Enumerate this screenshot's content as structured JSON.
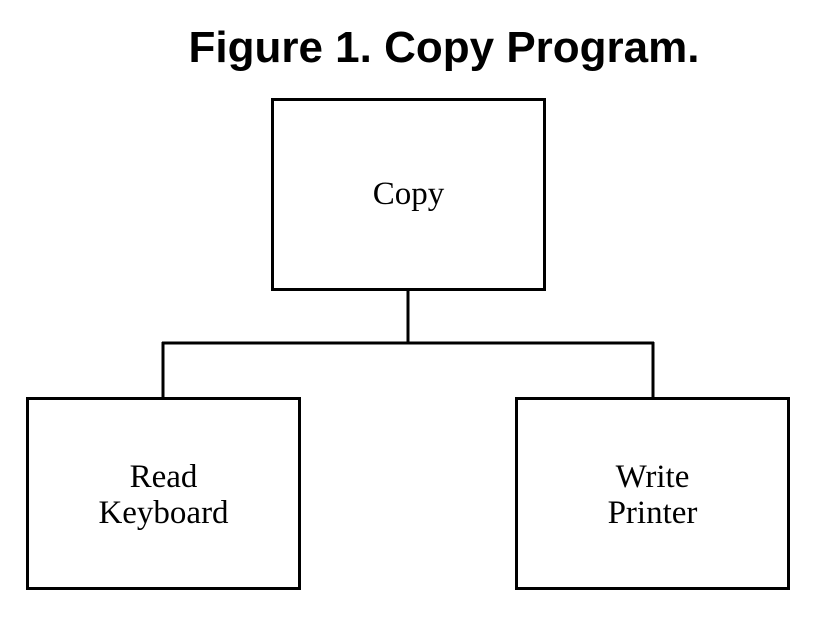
{
  "figure": {
    "title": "Figure 1. Copy Program."
  },
  "nodes": {
    "root": {
      "label": "Copy"
    },
    "left": {
      "line1": "Read",
      "line2": "Keyboard"
    },
    "right": {
      "line1": "Write",
      "line2": "Printer"
    }
  },
  "colors": {
    "stroke": "#000000",
    "background": "#ffffff"
  }
}
